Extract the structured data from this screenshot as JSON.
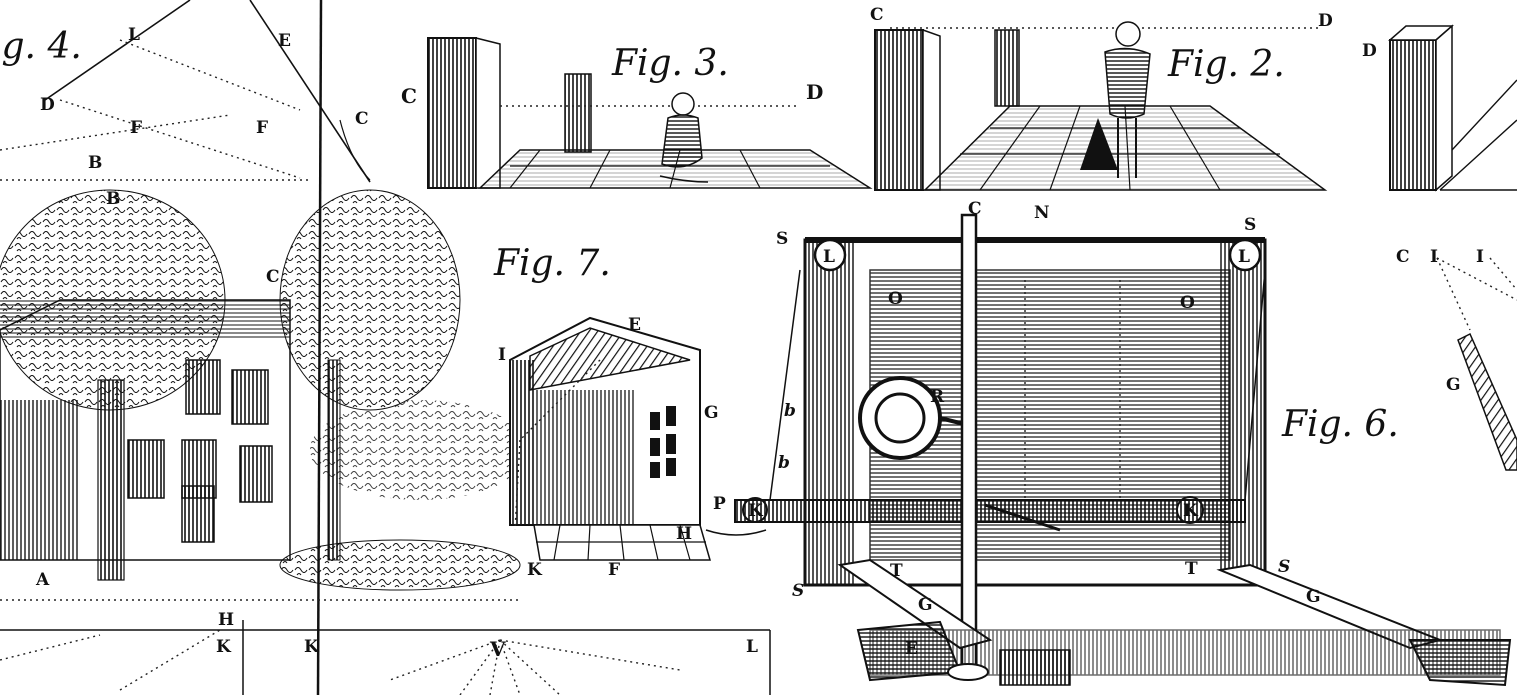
{
  "captions": {
    "fig4": "ig. 4.",
    "fig3": "Fig. 3.",
    "fig2": "Fig. 2.",
    "fig7": "Fig. 7.",
    "fig6": "Fig. 6."
  },
  "labels": {
    "fig4": [
      "L",
      "E",
      "D",
      "F",
      "F",
      "C",
      "B"
    ],
    "fig3": [
      "C",
      "D"
    ],
    "fig2": [
      "C",
      "D"
    ],
    "right_edge": [
      "D",
      "C",
      "I",
      "I",
      "G"
    ],
    "fig7_scene": [
      "B",
      "C",
      "A",
      "H",
      "K",
      "K",
      "V",
      "L"
    ],
    "fig7_house": [
      "I",
      "E",
      "G",
      "H",
      "K",
      "F"
    ],
    "fig6": [
      "C",
      "N",
      "S",
      "S",
      "L",
      "L",
      "O",
      "O",
      "R",
      "b",
      "b",
      "P",
      "K",
      "K",
      "T",
      "T",
      "S",
      "S",
      "G",
      "G",
      "E"
    ]
  },
  "colors": {
    "ink": "#111111",
    "paper": "#ffffff"
  }
}
